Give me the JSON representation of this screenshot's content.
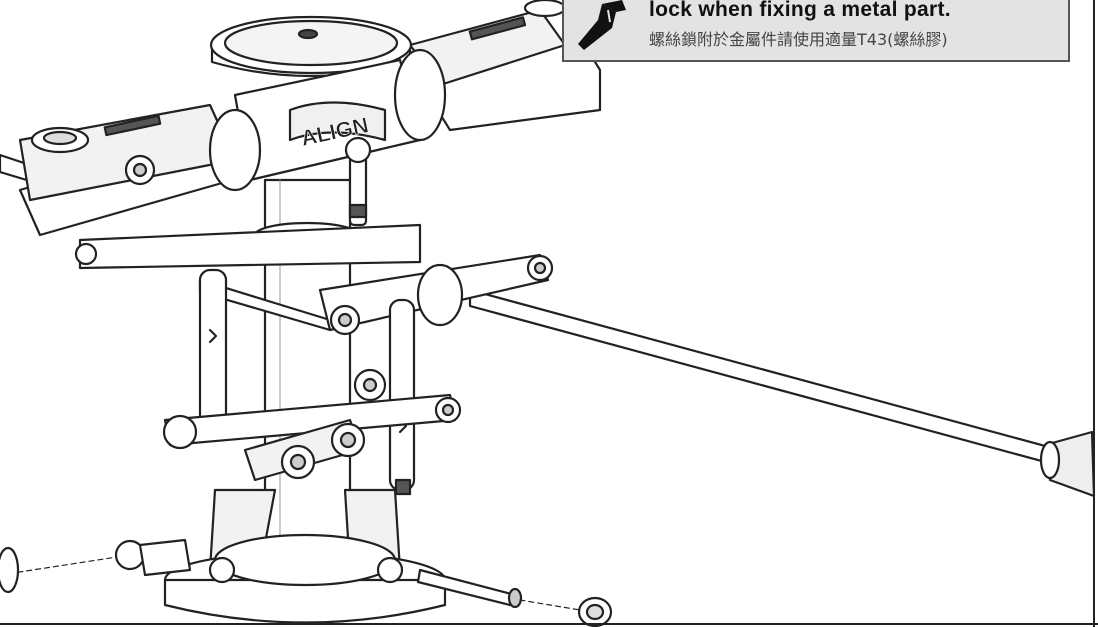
{
  "note": {
    "en": "lock when fixing a metal part.",
    "zh": "螺絲鎖附於金屬件請使用適量T43(螺絲膠)",
    "icon": "glue-tube-icon"
  },
  "diagram": {
    "brand_text": "ALIGN",
    "colors": {
      "line": "#222222",
      "fill": "#ffffff",
      "shade": "#e8e8e8",
      "note_bg": "#e3e3e3"
    }
  }
}
